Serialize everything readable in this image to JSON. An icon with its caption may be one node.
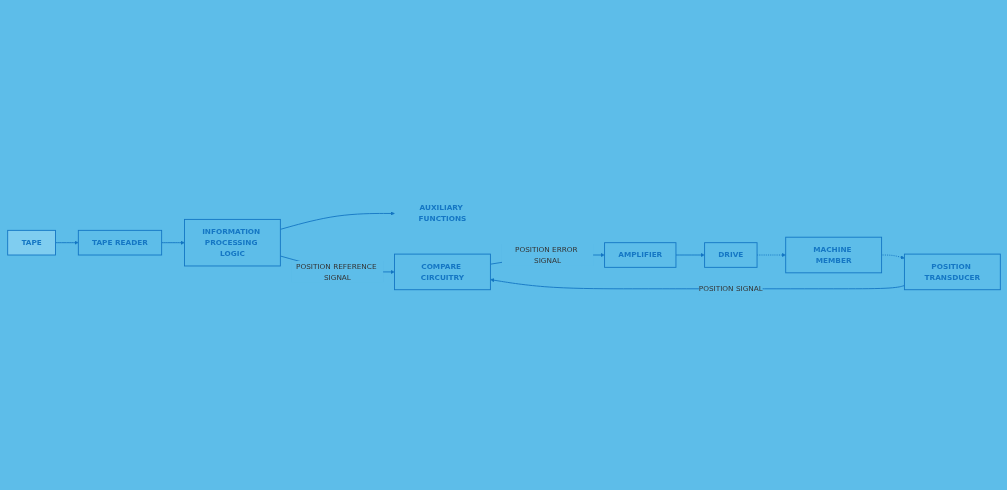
{
  "diagram": {
    "nodes": [
      {
        "text": [
          "TAPE"
        ]
      },
      {
        "text": [
          "TAPE READER"
        ]
      },
      {
        "text": [
          "INFORMATION PROCESSING LOGIC"
        ]
      },
      {
        "text": [
          "AUXILIARY FUNCTIONS"
        ]
      },
      {
        "text": [
          "COMPARE CIRCUITRY"
        ]
      },
      {
        "text": [
          "AMPLIFIER"
        ]
      },
      {
        "text": [
          "DRIVE"
        ]
      },
      {
        "text": [
          "MACHINE MEMBER"
        ]
      },
      {
        "text": [
          "POSITION TRANSDUCER"
        ]
      }
    ],
    "edges": [
      {
        "from": 0,
        "to": 1,
        "arrow": "to"
      },
      {
        "from": 1,
        "to": 2,
        "arrow": "to"
      },
      {
        "from": 2,
        "to": 4,
        "arrow": "to",
        "label": "POSITION REFERENCE SIGNAL"
      },
      {
        "from": 2,
        "to": 3,
        "arrow": "to"
      },
      {
        "from": 4,
        "to": 5,
        "arrow": "to",
        "label": "POSITION ERROR SIGNAL"
      },
      {
        "from": 5,
        "to": 6,
        "arrow": "to"
      },
      {
        "from": 6,
        "to": 7,
        "arrow": "to",
        "style": "dashed"
      },
      {
        "from": 7,
        "to": 8,
        "arrow": "to",
        "style": "dashed"
      },
      {
        "from": 8,
        "to": 4,
        "arrow": "to",
        "label": "POSITION SIGNAL"
      }
    ]
  }
}
